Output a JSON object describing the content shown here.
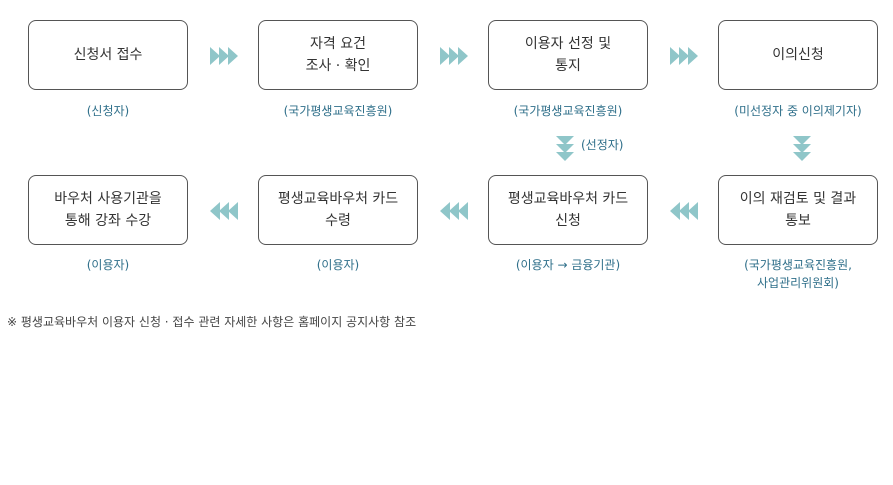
{
  "accent_color": "#8fc6c9",
  "label_color": "#2f6f8a",
  "steps": [
    {
      "line1": "신청서 접수",
      "line2": "",
      "who": "(신청자)",
      "who2": ""
    },
    {
      "line1": "자격 요건",
      "line2": "조사 · 확인",
      "who": "(국가평생교육진흥원)",
      "who2": ""
    },
    {
      "line1": "이용자 선정 및",
      "line2": "통지",
      "who": "(국가평생교육진흥원)",
      "who2": ""
    },
    {
      "line1": "이의신청",
      "line2": "",
      "who": "(미선정자 중 이의제기자)",
      "who2": ""
    },
    {
      "line1": "이의 재검토 및 결과",
      "line2": "통보",
      "who": "(국가평생교육진흥원,",
      "who2": "사업관리위원회)"
    },
    {
      "line1": "평생교육바우처 카드",
      "line2": "신청",
      "who": "(이용자 → 금융기관)",
      "who2": ""
    },
    {
      "line1": "평생교육바우처 카드",
      "line2": "수령",
      "who": "(이용자)",
      "who2": ""
    },
    {
      "line1": "바우처 사용기관을",
      "line2": "통해 강좌 수강",
      "who": "(이용자)",
      "who2": ""
    }
  ],
  "selected_label": "(선정자)",
  "footnote": "※ 평생교육바우처 이용자 신청 · 접수 관련 자세한 사항은 홈페이지 공지사항 참조"
}
